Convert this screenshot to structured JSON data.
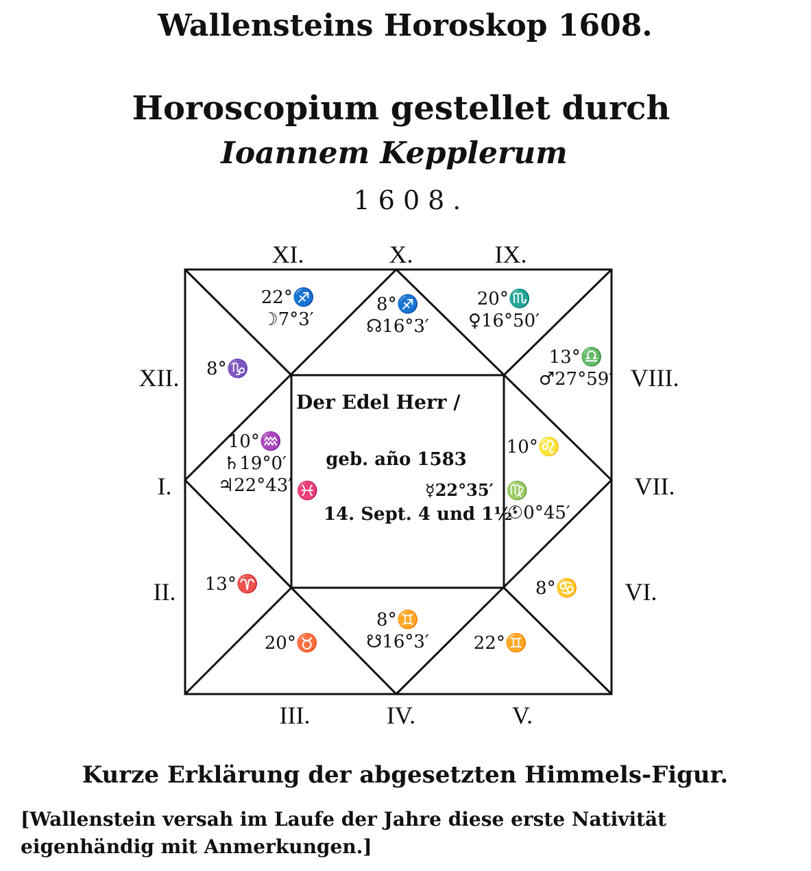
{
  "title": "Wallensteins Horoskop 1608.",
  "subtitle_line1": "Horoscopium gestellet durch",
  "subtitle_line2": "Ioannem Kepplerum",
  "year": "1608.",
  "houses": {
    "I": "I.",
    "II": "II.",
    "III": "III.",
    "IV": "IV.",
    "V": "V.",
    "VI": "VI.",
    "VII": "VII.",
    "VIII": "VIII.",
    "IX": "IX.",
    "X": "X.",
    "XI": "XI.",
    "XII": "XII."
  },
  "cells": {
    "xi": [
      "22°♐",
      "☽7°3′"
    ],
    "x": [
      "8°♐",
      "☊16°3′"
    ],
    "ix": [
      "20°♏",
      "♀16°50′"
    ],
    "xii": [
      "8°♑"
    ],
    "viii": [
      "13°♎",
      "♂27°59′"
    ],
    "i": [
      "10°♒",
      "♄19°0′",
      "♃22°43′"
    ],
    "i_sign": "♓",
    "vii": [
      "10°♌"
    ],
    "vii_sign": "♍",
    "vii_sun": "☉0°45′",
    "ii": [
      "13°♈"
    ],
    "vi": [
      "8°♋"
    ],
    "iii": [
      "20°♉"
    ],
    "iv": [
      "8°♊",
      "☋16°3′"
    ],
    "v": [
      "22°♊"
    ]
  },
  "center": {
    "line1": "Der Edel Herr /",
    "line2": "geb. año 1583",
    "mercury": "☿22°35′",
    "line3": "14. Sept. 4 und 1½′"
  },
  "caption": "Kurze Erklärung der abgesetzten Himmels-Figur.",
  "note": "[Wallenstein versah im Laufe der Jahre diese erste Nativität eigenhändig mit Anmerkungen.]"
}
